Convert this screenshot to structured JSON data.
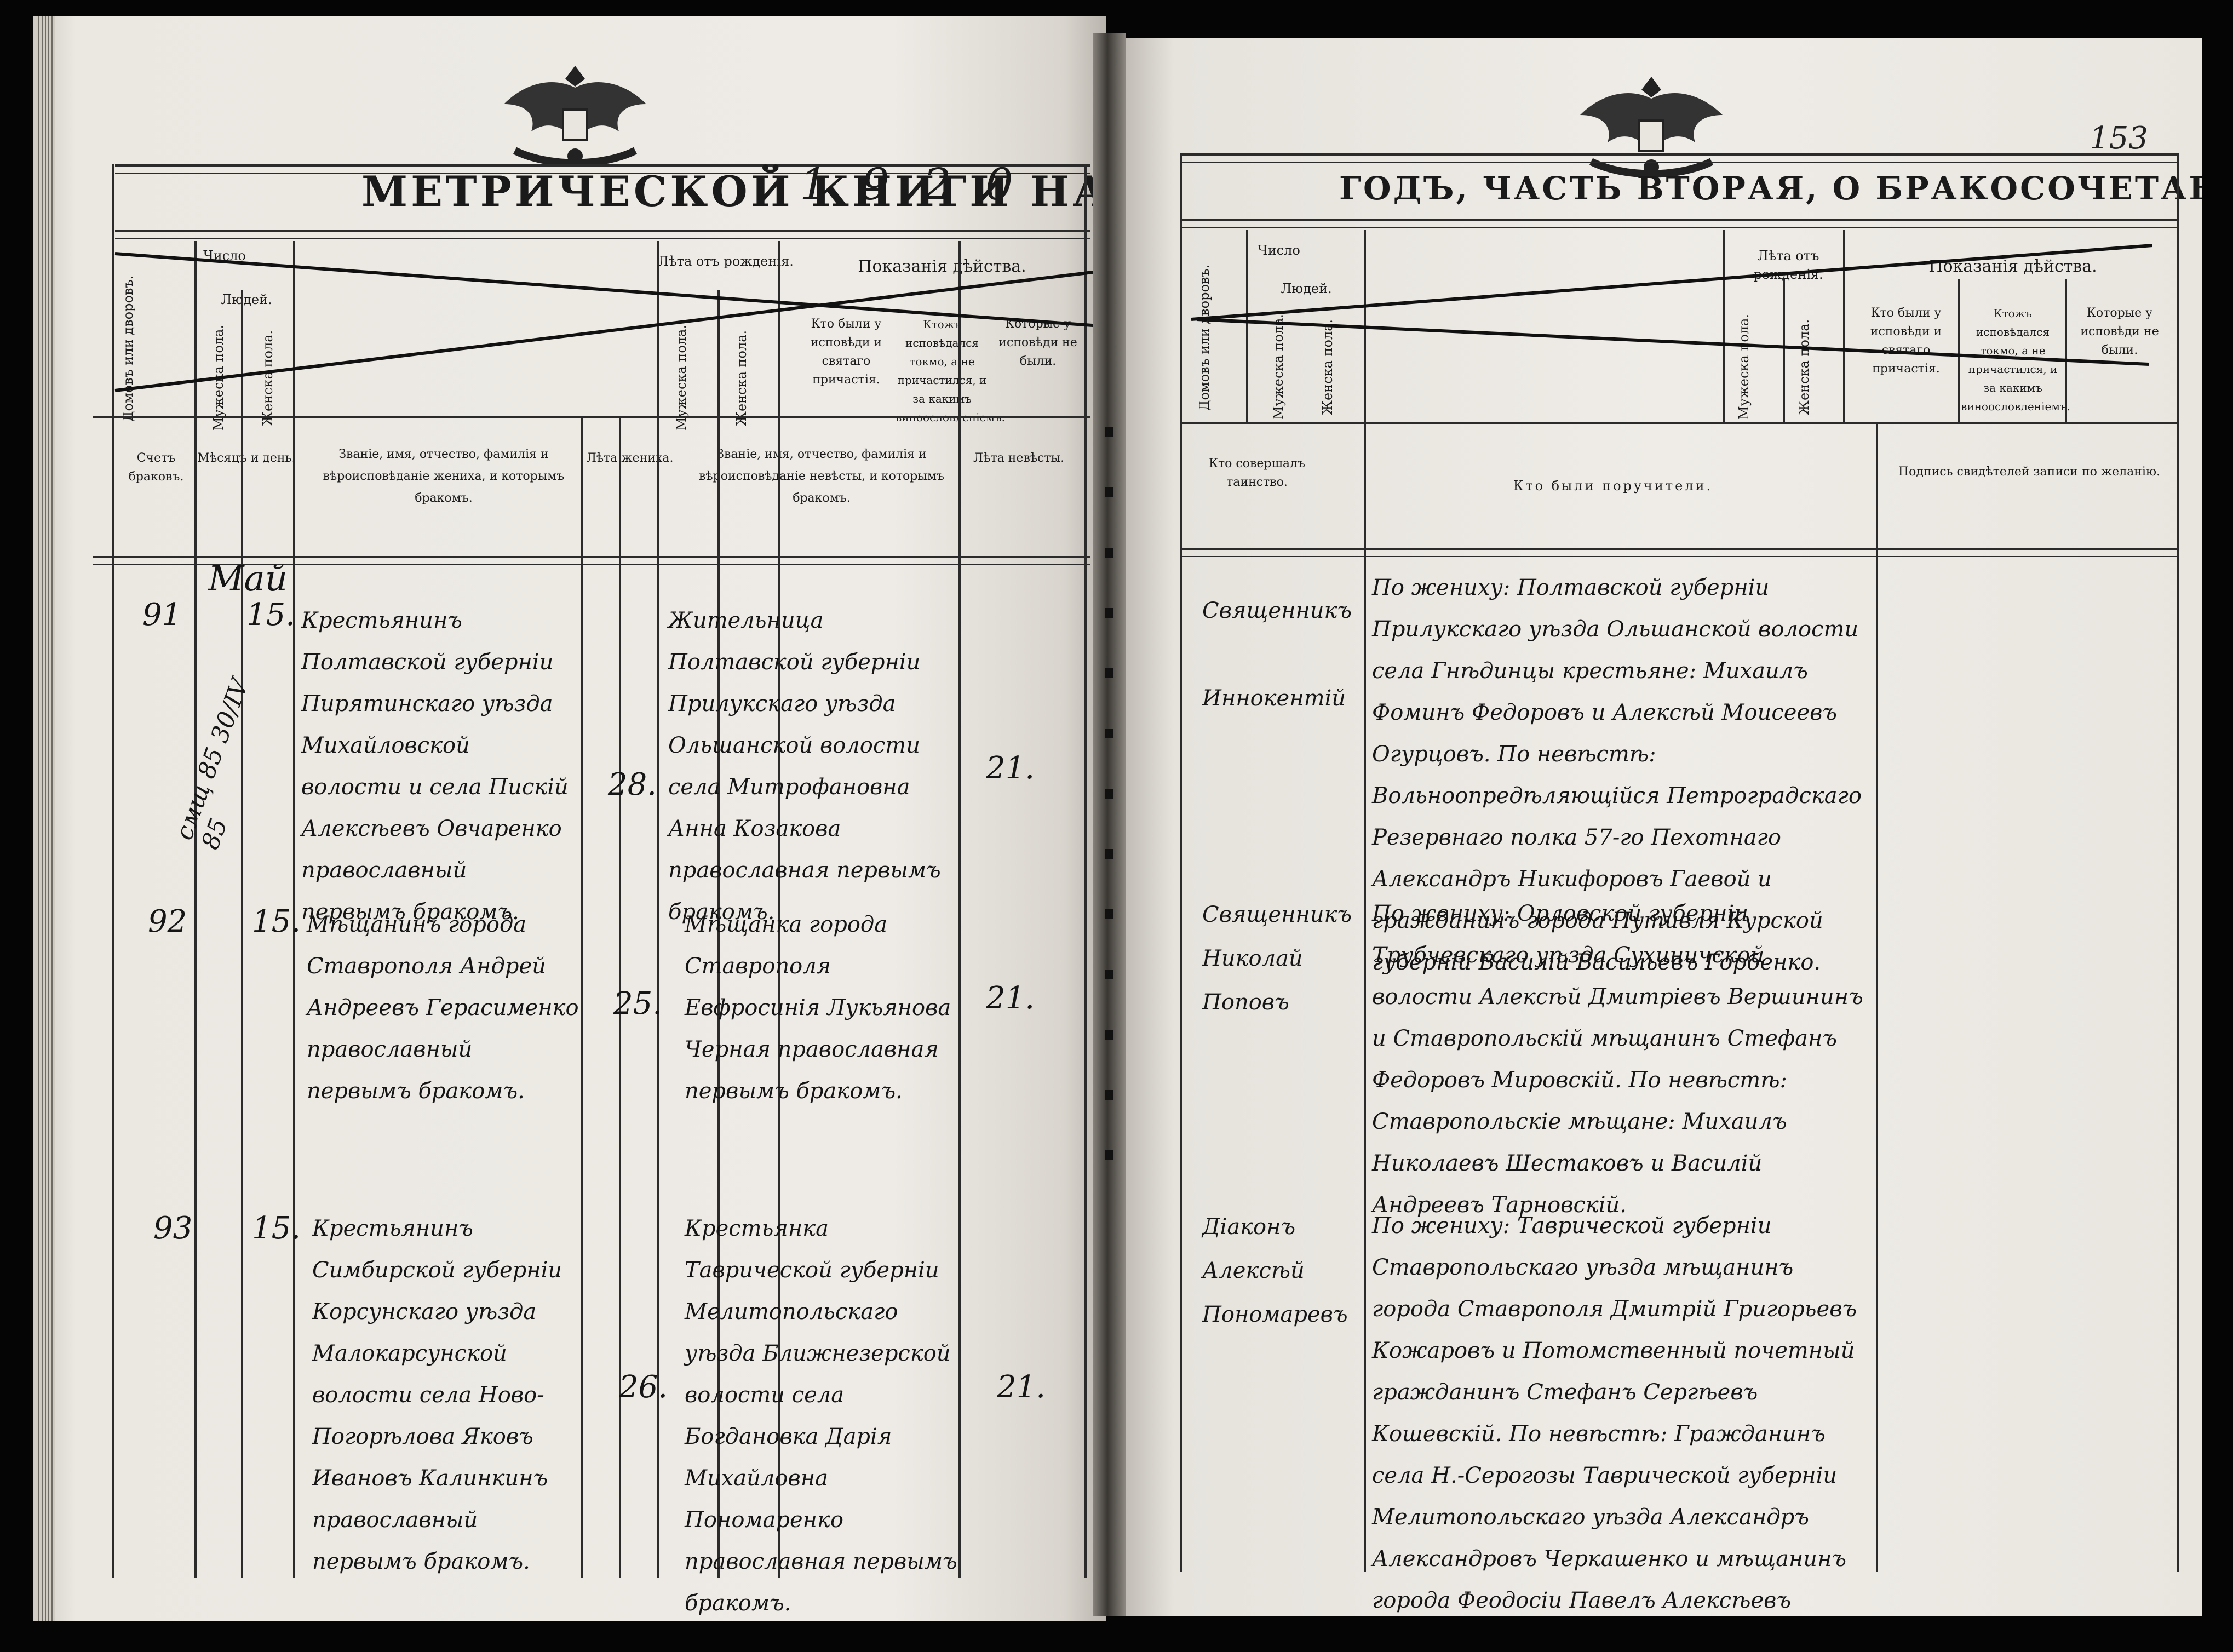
{
  "left_page": {
    "title": "МЕТРИЧЕСКОЙ КНИГИ НА",
    "year": "1920",
    "headers": {
      "chislo": "Число",
      "domov": "Домовъ или дворовъ.",
      "lyudey": "Людей.",
      "muzh": "Мужеска пола.",
      "zhen": "Женска пола.",
      "leta": "Лѣта отъ рожденія.",
      "pokazaniya": "Показанія дѣйства.",
      "kto_byli": "Кто были у исповѣди и святаго причастія.",
      "ktozh": "Ктожъ исповѣдался токмо, а не причастился, и за какимъ виноословленіемъ.",
      "kotorye": "Которые у исповѣди не были.",
      "schet": "Счетъ браковъ.",
      "mesyats": "Мѣсяцъ и день.",
      "zhenikh": "Званіе, имя, отчество, фамилія и вѣроисповѣданіе жениха, и которымъ бракомъ.",
      "leta_zhenikha": "Лѣта жениха.",
      "nevesta": "Званіе, имя, отчество, фамилія и вѣроисповѣданіе невѣсты, и которымъ бракомъ.",
      "leta_nevesty": "Лѣта невѣсты."
    },
    "month": "Май",
    "margin_note": "смщ 85 30/IV 85",
    "entries": [
      {
        "number": "91",
        "day": "15.",
        "groom": "Крестьянинъ Полтавской губерніи Пирятинскаго уѣзда Михайловской волости и села Пискiй Алексѣевъ Овчаренко православный первымъ бракомъ.",
        "groom_age": "28.",
        "bride": "Жительница Полтавской губерніи Прилукскаго уѣзда Ольшанской волости села Митрофановна Анна Козакова православная первымъ бракомъ.",
        "bride_age": "21."
      },
      {
        "number": "92",
        "day": "15.",
        "groom": "Мѣщанинъ города Ставрополя Андрей Андреевъ Герасименко православный первымъ бракомъ.",
        "groom_age": "25.",
        "bride": "Мѣщанка города Ставрополя Евфросинія Лукьянова Черная православная первымъ бракомъ.",
        "bride_age": "21."
      },
      {
        "number": "93",
        "day": "15.",
        "groom": "Крестьянинъ Симбирской губерніи Корсунскаго уѣзда Малокарсунской волости села Ново-Погорѣлова Яковъ Ивановъ Калинкинъ православный первымъ бракомъ.",
        "groom_age": "26.",
        "bride": "Крестьянка Таврической губерніи Мелитопольскаго уѣзда Ближнезерской волости села Богдановка Дарія Михайловна Пономаренко православная первымъ бракомъ.",
        "bride_age": "21."
      }
    ]
  },
  "right_page": {
    "title": "ГОДЪ, ЧАСТЬ ВТОРАЯ, О БРАКОСОЧЕТАВШИХСЯ.",
    "page_number": "153",
    "headers": {
      "chislo": "Число",
      "domov": "Домовъ или дворовъ.",
      "lyudey": "Людей.",
      "muzh": "Мужеска пола.",
      "zhen": "Женска пола.",
      "leta": "Лѣта отъ рожденія.",
      "pokazaniya": "Показанія дѣйства.",
      "kto_byli": "Кто были у исповѣди и святаго причастія.",
      "ktozh": "Ктожъ исповѣдался токмо, а не причастился, и за какимъ виноословленіемъ.",
      "kotorye": "Которые у исповѣди не были.",
      "kto_sovershal": "Кто совершалъ таинство.",
      "poruchiteli": "Кто были поручители.",
      "podpis": "Подпись свидѣтелей записи по желанію."
    },
    "entries": [
      {
        "priest": "Священникъ Иннокентій",
        "sureties": "По жениху: Полтавской губерніи Прилукскаго уѣзда Ольшанской волости села Гнѣдинцы крестьяне: Михаилъ Фоминъ Федоровъ и Алексѣй Моисеевъ Огурцовъ. По невѣстѣ: Вольноопредѣляющійся Петроградскаго Резервнаго полка 57-го Пехотнаго Александръ Никифоровъ Гаевой и гражданинъ города Путивля Курской губерніи Василій Васильевъ Горбенко."
      },
      {
        "priest": "Священникъ Николай Поповъ",
        "sureties": "По жениху: Орловской губерніи Трубчевскаго уѣзда Сухиничской волости Алексѣй Дмитріевъ Вершининъ и Ставропольскій мѣщанинъ Стефанъ Федоровъ Мировскій. По невѣстѣ: Ставропольскіе мѣщане: Михаилъ Николаевъ Шестаковъ и Василій Андреевъ Тарновскій."
      },
      {
        "priest": "Діаконъ Алексѣй Пономаревъ",
        "sureties": "По жениху: Таврической губерніи Ставропольскаго уѣзда мѣщанинъ города Ставрополя Дмитрій Григорьевъ Кожаровъ и Потомственный почетный гражданинъ Стефанъ Сергѣевъ Кошевскій. По невѣстѣ: Гражданинъ села Н.-Серогозы Таврической губерніи Мелитопольскаго уѣзда Александръ Александровъ Черкашенко и мѣщанинъ города Феодосіи Павелъ Алексѣевъ Зябловъ."
      }
    ]
  }
}
